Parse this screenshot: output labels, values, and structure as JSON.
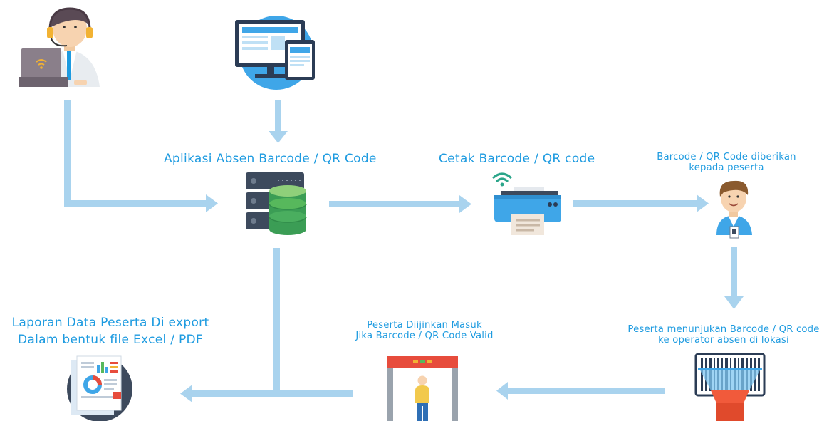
{
  "labels": {
    "app": "Aplikasi Absen Barcode / QR Code",
    "print": "Cetak Barcode / QR code",
    "given": [
      "Barcode / QR Code diberikan",
      "kepada peserta"
    ],
    "show": [
      "Peserta menunjukan Barcode / QR code",
      "ke operator absen di lokasi"
    ],
    "entry": [
      "Peserta Diijinkan Masuk",
      "Jika Barcode / QR Code Valid"
    ],
    "report": [
      "Laporan Data Peserta Di export",
      "Dalam bentuk file Excel / PDF"
    ]
  },
  "colors": {
    "arrow": "#a9d3ee",
    "text": "#1e9be0",
    "database": "#57b85c",
    "gate_frame": "#e74c3c"
  },
  "icons": {
    "operator": "operator-headset-icon",
    "web_app": "monitor-web-app-icon",
    "server": "server-database-icon",
    "printer": "wifi-printer-icon",
    "participant": "participant-badge-icon",
    "scanner": "barcode-scanner-icon",
    "gate": "gate-detector-icon",
    "report": "report-document-icon"
  }
}
